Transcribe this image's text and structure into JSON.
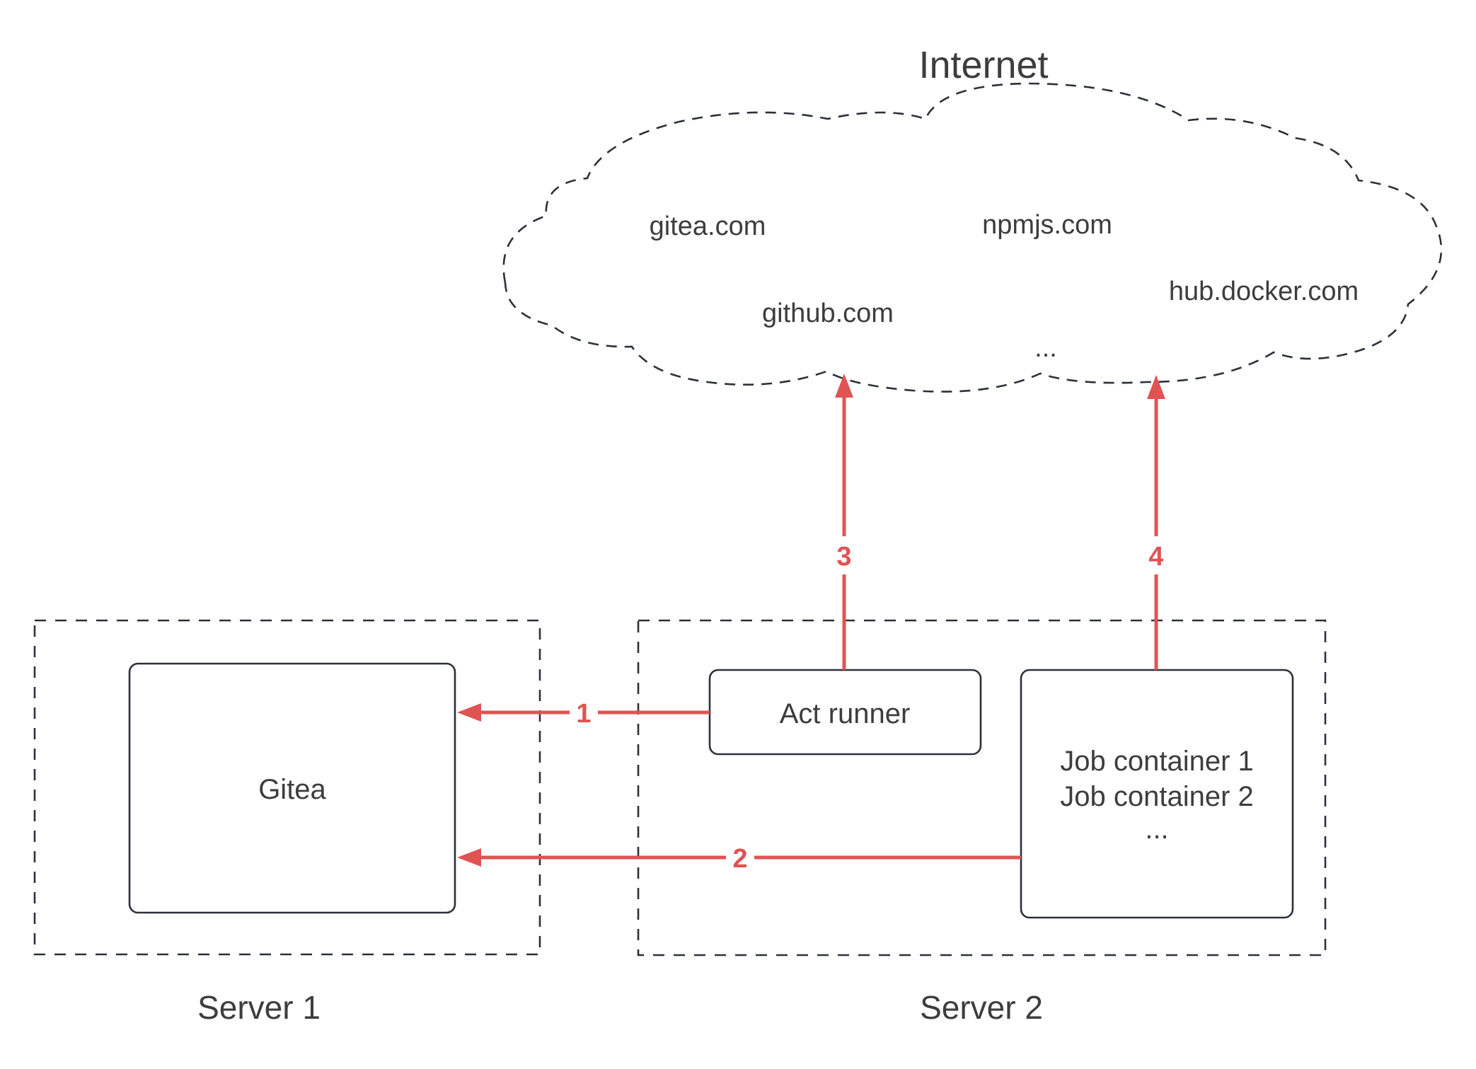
{
  "diagram": {
    "internet": {
      "title": "Internet",
      "domains": [
        "gitea.com",
        "github.com",
        "npmjs.com",
        "hub.docker.com",
        "..."
      ]
    },
    "server1": {
      "label": "Server 1",
      "gitea": {
        "label": "Gitea"
      }
    },
    "server2": {
      "label": "Server 2",
      "act_runner": {
        "label": "Act runner"
      },
      "job_container": {
        "lines": [
          "Job container 1",
          "Job container 2",
          "..."
        ]
      }
    },
    "arrows": {
      "labels": [
        "1",
        "2",
        "3",
        "4"
      ]
    },
    "colors": {
      "accent_red": "#e05353",
      "stroke_dark": "#2b313a",
      "text_gray": "#3d3d3d",
      "background": "#ffffff"
    }
  }
}
